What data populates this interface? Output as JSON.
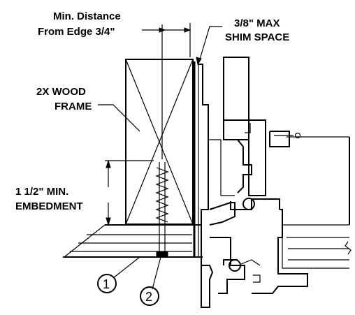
{
  "labels": {
    "min_distance_line1": "Min. Distance",
    "min_distance_line2": "From Edge 3/4\"",
    "shim_line1": "3/8\" MAX",
    "shim_line2": "SHIM SPACE",
    "wood_line1": "2X WOOD",
    "wood_line2": "FRAME",
    "embed_line1": "1 1/2\" MIN.",
    "embed_line2": "EMBEDMENT"
  },
  "callouts": [
    "1",
    "2"
  ],
  "colors": {
    "ink": "#000000",
    "paper": "#ffffff"
  }
}
